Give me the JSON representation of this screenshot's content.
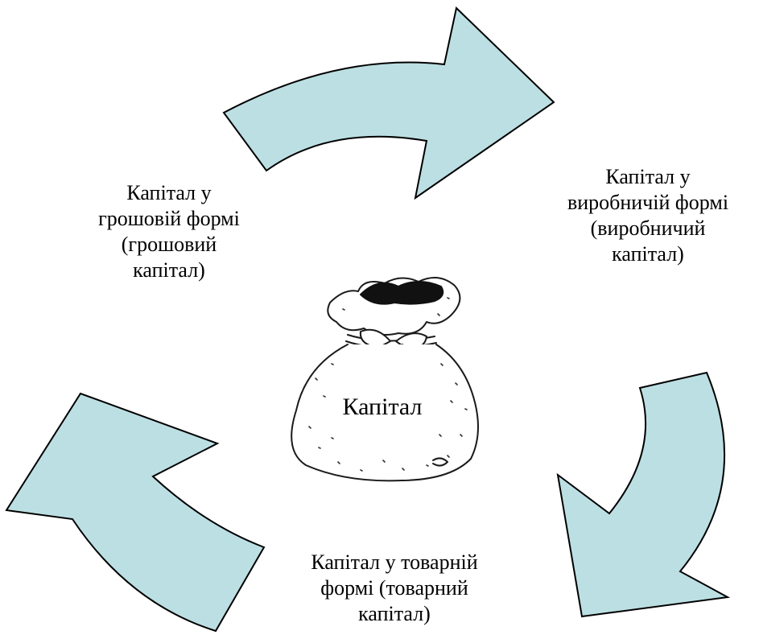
{
  "colors": {
    "arrow_fill": "#bcdfe3",
    "arrow_stroke": "#000000",
    "bag_stroke": "#1a1a1a",
    "text": "#000000"
  },
  "stages": {
    "money": {
      "lines": [
        "Капітал у",
        "грошовій формі",
        "(грошовий",
        "капітал)"
      ]
    },
    "production": {
      "lines": [
        "Капітал у",
        "виробничій формі",
        "(виробничий",
        "капітал)"
      ]
    },
    "commodity": {
      "lines": [
        "Капітал у товарній",
        "формі (товарний",
        "капітал)"
      ]
    }
  },
  "center": {
    "label": "Капітал",
    "icon": "money-bag-icon"
  },
  "arrows": [
    {
      "name": "arrow-money-to-production",
      "icon": "curved-arrow-icon"
    },
    {
      "name": "arrow-production-to-commodity",
      "icon": "curved-arrow-icon"
    },
    {
      "name": "arrow-commodity-to-money",
      "icon": "curved-arrow-icon"
    }
  ]
}
